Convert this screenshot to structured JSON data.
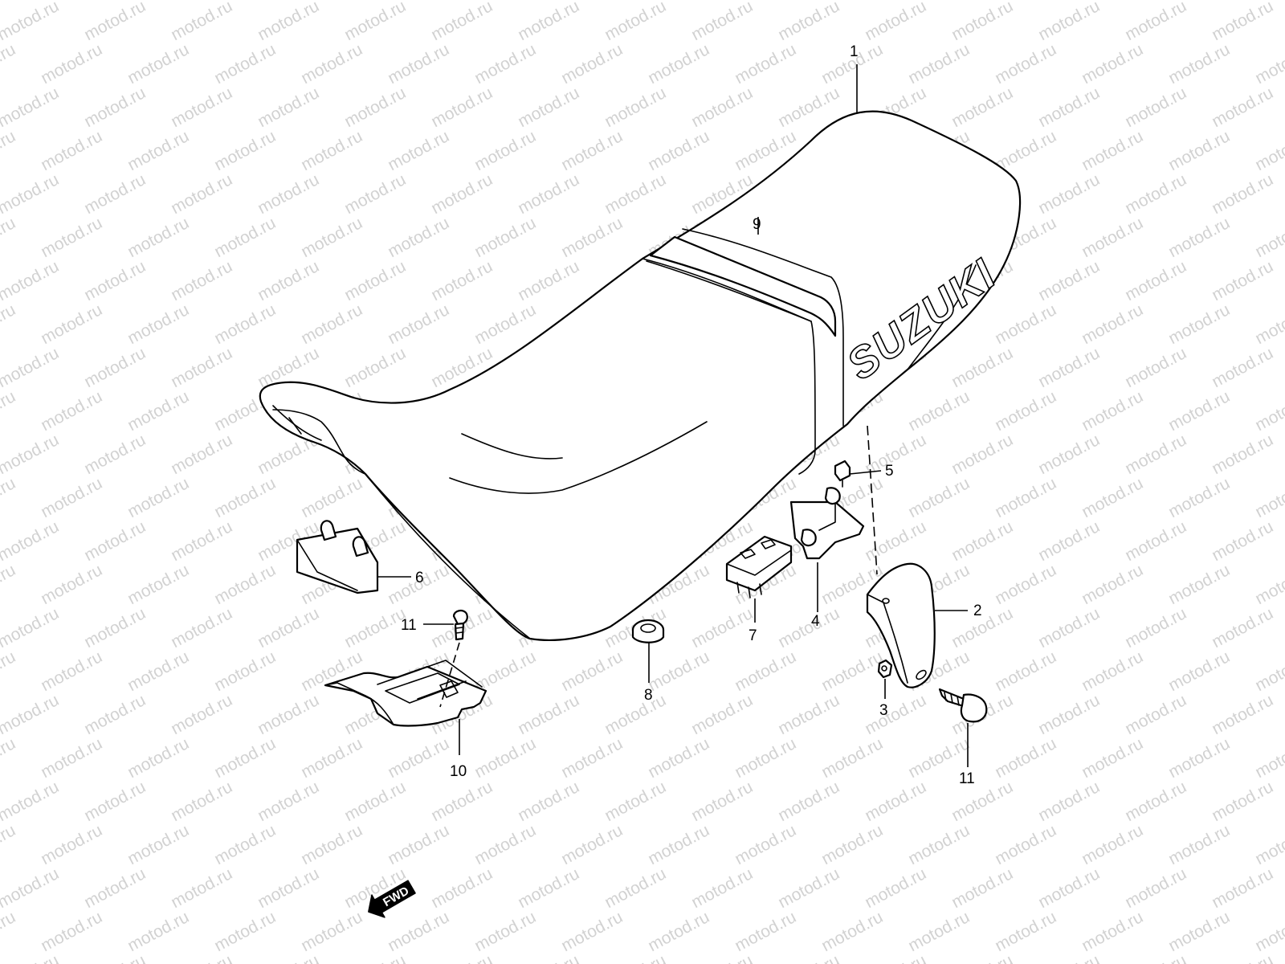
{
  "diagram": {
    "watermark_text": "motod.ru",
    "brand_logo": "SUZUKI",
    "direction_arrow": {
      "label": "FWD",
      "icon": "forward-arrow-icon"
    },
    "callouts": {
      "seat": "1",
      "seat_bracket": "2",
      "nut": "3",
      "hook_latch": "4",
      "bolt_top": "5",
      "cushion_front": "6",
      "cushion_rear": "7",
      "grommet": "8",
      "seat_band": "9",
      "seat_base_plate": "10",
      "screw_left": "11",
      "bolt_right": "11"
    }
  }
}
